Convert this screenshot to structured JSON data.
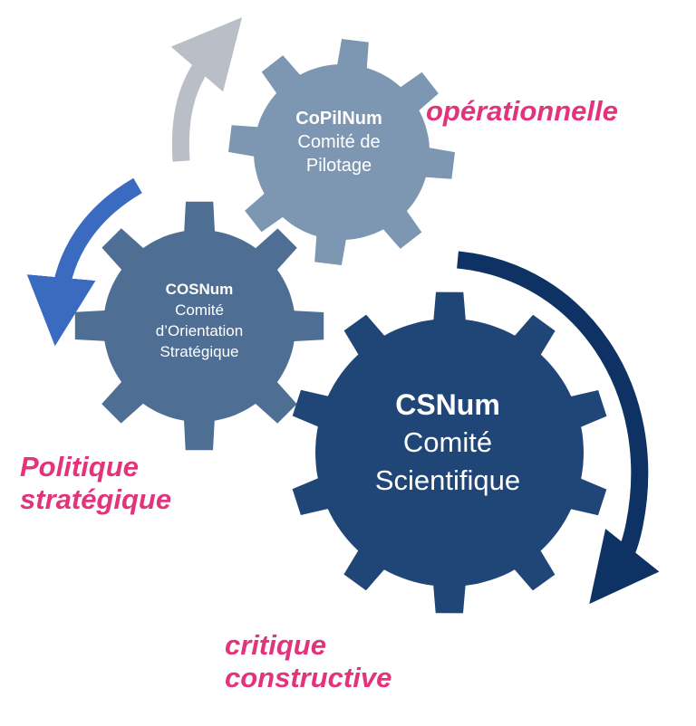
{
  "colors": {
    "copil": "#7d97b2",
    "cos": "#4e6e94",
    "cs": "#1f4676",
    "arrow_gray": "#b9bec7",
    "arrow_blue": "#3a6bc0",
    "arrow_navy": "#0e3263",
    "accent_pink": "#e2337c"
  },
  "gears": [
    {
      "id": "copil",
      "title": "CoPilNum",
      "line1": "Comité de",
      "line2": "Pilotage"
    },
    {
      "id": "cos",
      "title": "COSNum",
      "line1": "Comité",
      "line2": "d’Orientation",
      "line3": "Stratégique"
    },
    {
      "id": "cs",
      "title": "CSNum",
      "line1": "Comité",
      "line2": "Scientifique"
    }
  ],
  "labels": {
    "operational": "opérationnelle",
    "politique_1": "Politique",
    "politique_2": "stratégique",
    "critique_1": "critique",
    "critique_2": "constructive"
  }
}
